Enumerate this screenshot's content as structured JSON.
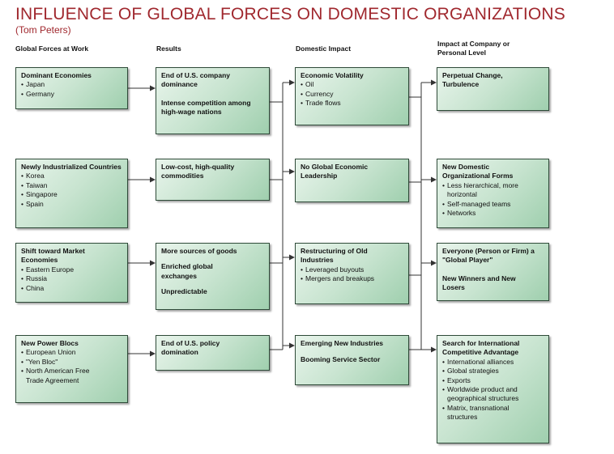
{
  "title": "INFLUENCE OF GLOBAL FORCES ON DOMESTIC ORGANIZATIONS",
  "subtitle": "(Tom Peters)",
  "columns": {
    "global_forces": "Global Forces at Work",
    "results": "Results",
    "domestic_impact": "Domestic Impact",
    "company_level": "Impact at Company or Personal Level"
  },
  "global_forces": [
    {
      "title": "Dominant Economies",
      "bullets": [
        "Japan",
        "Germany"
      ]
    },
    {
      "title": "Newly Industrialized Countries",
      "bullets": [
        "Korea",
        "Taiwan",
        "Singapore",
        "Spain"
      ]
    },
    {
      "title": "Shift toward Market Economies",
      "bullets": [
        "Eastern Europe",
        "Russia",
        "China"
      ]
    },
    {
      "title": "New Power Blocs",
      "bullets": [
        "European Union",
        "\"Yen Bloc\"",
        "North American Free Trade Agreement"
      ]
    }
  ],
  "results": [
    {
      "lines": [
        "End of U.S. company dominance",
        "Intense competition among high-wage nations"
      ]
    },
    {
      "lines": [
        "Low-cost, high-quality commodities"
      ]
    },
    {
      "lines": [
        "More sources of goods",
        "Enriched global exchanges",
        "Unpredictable"
      ]
    },
    {
      "lines": [
        "End of U.S. policy domination"
      ]
    }
  ],
  "domestic_impact": [
    {
      "title": "Economic Volatility",
      "bullets": [
        "Oil",
        "Currency",
        "Trade flows"
      ]
    },
    {
      "title": "No Global Economic Leadership",
      "bullets": []
    },
    {
      "title": "Restructuring of Old Industries",
      "bullets": [
        "Leveraged buyouts",
        "Mergers and breakups"
      ]
    },
    {
      "title": "Emerging New Industries",
      "bullets": [],
      "extra": "Booming Service Sector"
    }
  ],
  "company_level": [
    {
      "lines": [
        "Perpetual Change, Turbulence"
      ],
      "bullets": []
    },
    {
      "lines": [
        "New Domestic Organizational Forms"
      ],
      "bullets": [
        "Less hierarchical, more horizontal",
        "Self-managed teams",
        "Networks"
      ]
    },
    {
      "lines": [
        "Everyone (Person or Firm) a \"Global Player\"",
        "New Winners and New Losers"
      ],
      "bullets": []
    },
    {
      "lines": [
        "Search for International Competitive Advantage"
      ],
      "bullets": [
        "International alliances",
        "Global strategies",
        "Exports",
        "Worldwide product and geographical structures",
        "Matrix, transnational structures"
      ]
    }
  ]
}
